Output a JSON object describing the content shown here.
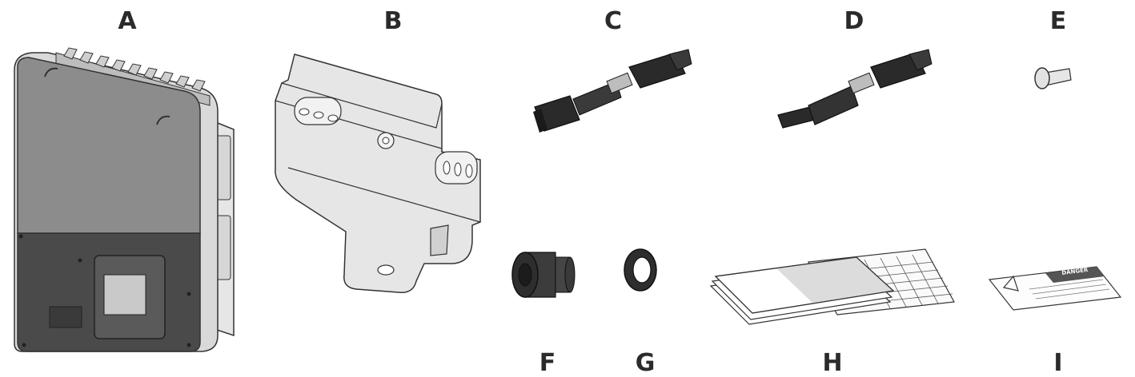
{
  "figure": {
    "labels": {
      "a": "A",
      "b": "B",
      "c": "C",
      "d": "D",
      "e": "E",
      "f": "F",
      "g": "G",
      "h": "H",
      "i": "I"
    },
    "warning_label_header": "DANGER"
  }
}
